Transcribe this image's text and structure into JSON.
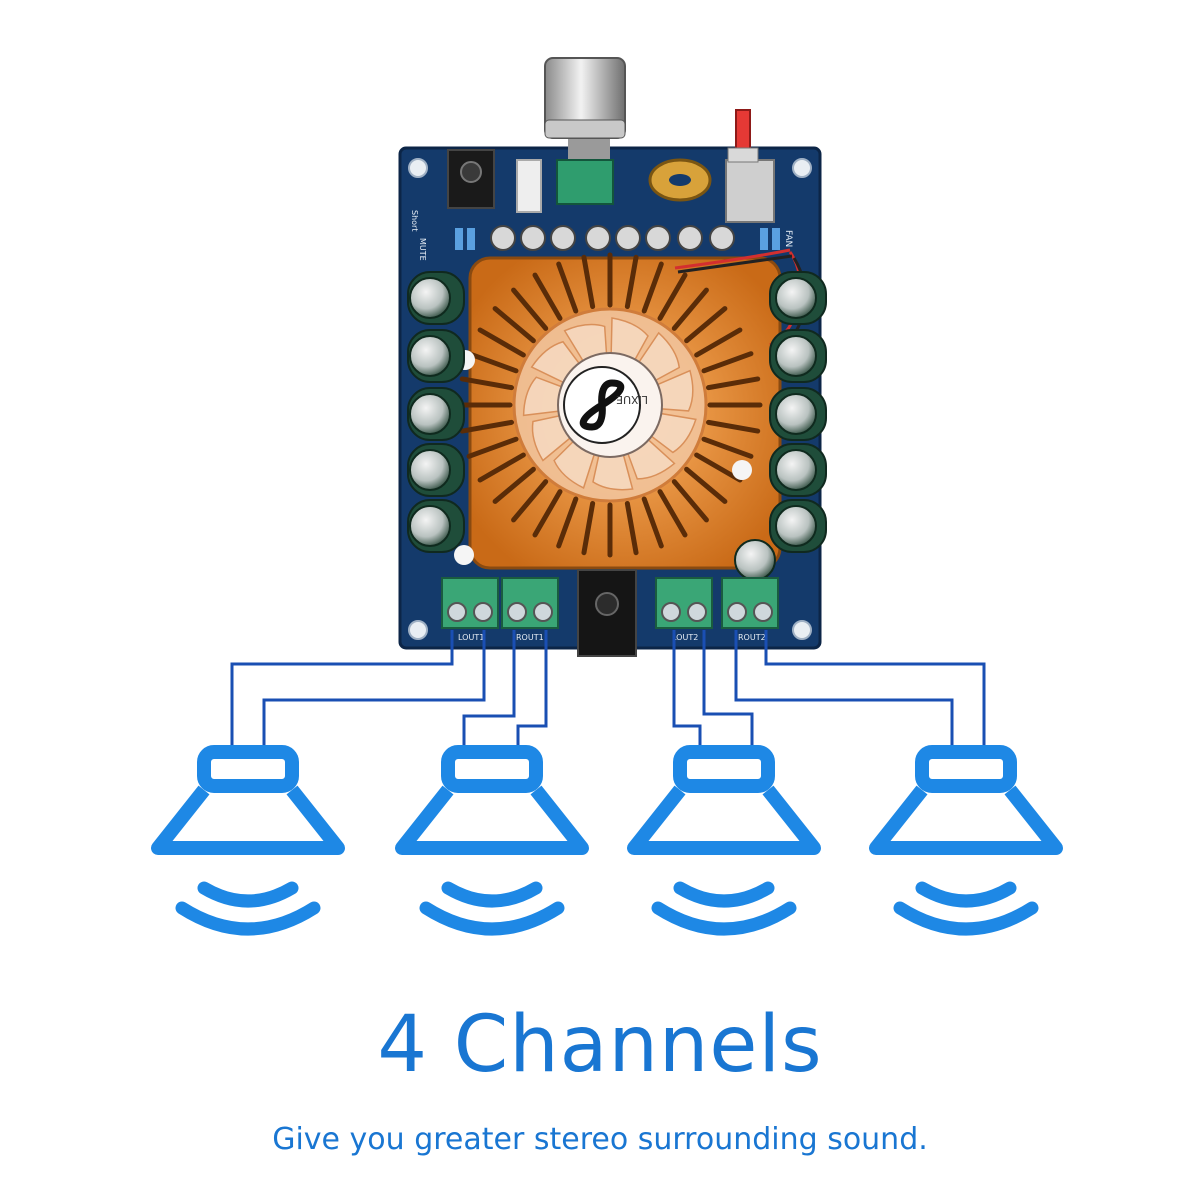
{
  "product": {
    "fan_label": "LIXUE",
    "board_labels": {
      "fan": "FAN",
      "mute": "MUTE",
      "short": "Short",
      "out_l1": "LOUT1",
      "out_r1": "ROUT1",
      "out_l2": "LOUT2",
      "out_r2": "ROUT2"
    }
  },
  "headline": "4 Channels",
  "tagline": "Give you greater stereo surrounding sound.",
  "colors": {
    "accent": "#1976d2",
    "wire": "#1a4fb3",
    "speaker": "#1e88e5",
    "pcb": "#143a6b",
    "heatsink": "#e58a2e"
  },
  "speakers": [
    {
      "name": "speaker-1"
    },
    {
      "name": "speaker-2"
    },
    {
      "name": "speaker-3"
    },
    {
      "name": "speaker-4"
    }
  ]
}
